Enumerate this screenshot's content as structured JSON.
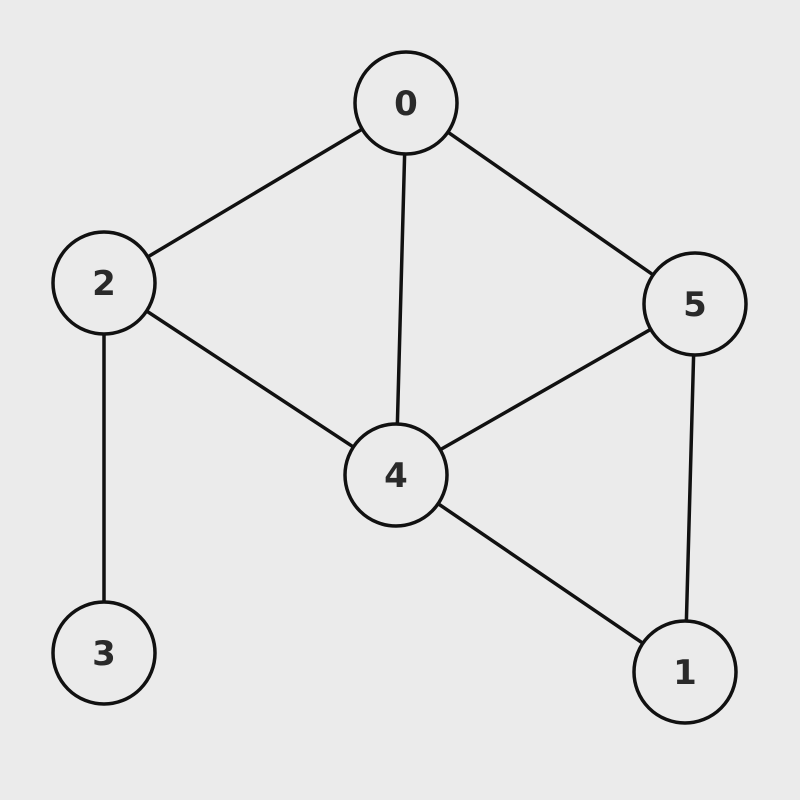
{
  "colors": {
    "background": "#ebebeb",
    "stroke": "#111111",
    "label": "#2a2a2a"
  },
  "graph": {
    "nodes": [
      {
        "id": "0",
        "label": "0"
      },
      {
        "id": "1",
        "label": "1"
      },
      {
        "id": "2",
        "label": "2"
      },
      {
        "id": "3",
        "label": "3"
      },
      {
        "id": "4",
        "label": "4"
      },
      {
        "id": "5",
        "label": "5"
      }
    ],
    "edges": [
      {
        "from": "0",
        "to": "2"
      },
      {
        "from": "0",
        "to": "4"
      },
      {
        "from": "0",
        "to": "5"
      },
      {
        "from": "2",
        "to": "3"
      },
      {
        "from": "2",
        "to": "4"
      },
      {
        "from": "4",
        "to": "5"
      },
      {
        "from": "4",
        "to": "1"
      },
      {
        "from": "5",
        "to": "1"
      }
    ]
  }
}
